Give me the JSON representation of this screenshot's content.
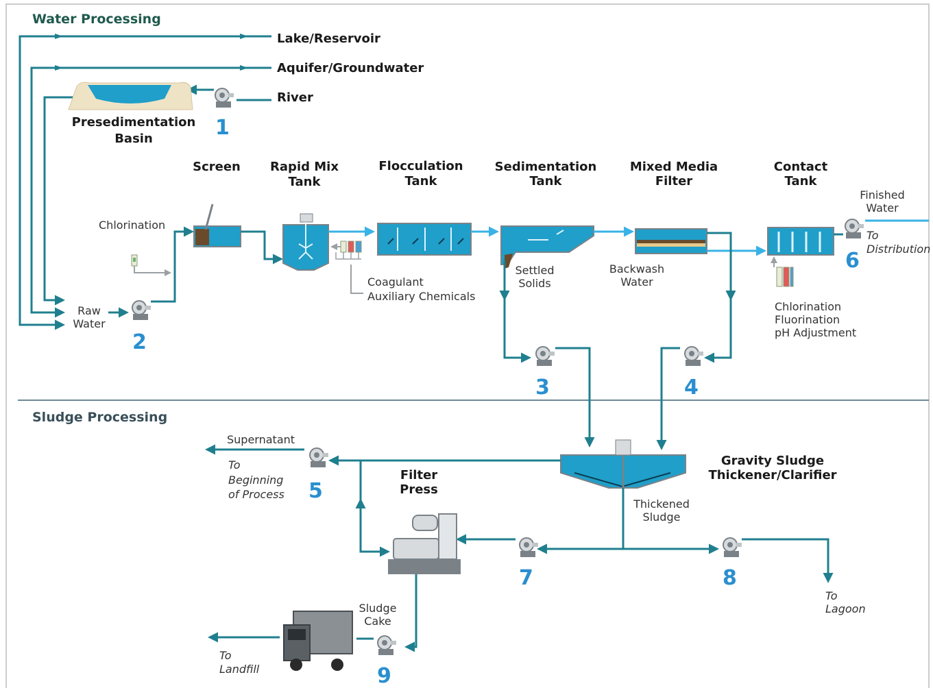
{
  "sections": {
    "water": "Water Processing",
    "sludge": "Sludge Processing"
  },
  "sources": {
    "lake": "Lake/Reservoir",
    "aquifer": "Aquifer/Groundwater",
    "river": "River"
  },
  "units": {
    "presedimentation": [
      "Presedimentation",
      "Basin"
    ],
    "screen": [
      "Screen"
    ],
    "rapid_mix": [
      "Rapid Mix",
      "Tank"
    ],
    "flocculation": [
      "Flocculation",
      "Tank"
    ],
    "sedimentation": [
      "Sedimentation",
      "Tank"
    ],
    "mixed_media": [
      "Mixed Media",
      "Filter"
    ],
    "contact": [
      "Contact",
      "Tank"
    ],
    "filter_press": [
      "Filter",
      "Press"
    ],
    "thickener": [
      "Gravity Sludge",
      "Thickener/Clarifier"
    ]
  },
  "labels": {
    "chlorination": "Chlorination",
    "raw_water": [
      "Raw",
      "Water"
    ],
    "coagulant": [
      "Coagulant",
      "Auxiliary Chemicals"
    ],
    "settled_solids": [
      "Settled",
      "Solids"
    ],
    "backwash": [
      "Backwash",
      "Water"
    ],
    "finished_water": [
      "Finished",
      "Water"
    ],
    "to_distribution": [
      "To",
      "Distribution"
    ],
    "contact_chemicals": [
      "Chlorination",
      "Fluorination",
      "pH Adjustment"
    ],
    "supernatant": "Supernatant",
    "to_beginning": [
      "To",
      "Beginning",
      "of Process"
    ],
    "thickened_sludge": [
      "Thickened",
      "Sludge"
    ],
    "to_lagoon": [
      "To",
      "Lagoon"
    ],
    "sludge_cake": [
      "Sludge",
      "Cake"
    ],
    "to_landfill": [
      "To",
      "Landfill"
    ]
  },
  "pumps": [
    "1",
    "2",
    "3",
    "4",
    "5",
    "6",
    "7",
    "8",
    "9"
  ],
  "colors": {
    "pipe": "#1f7f8f",
    "pipe_light": "#39b2e6",
    "water": "#1f9fc9",
    "number": "#2a8fd0"
  }
}
